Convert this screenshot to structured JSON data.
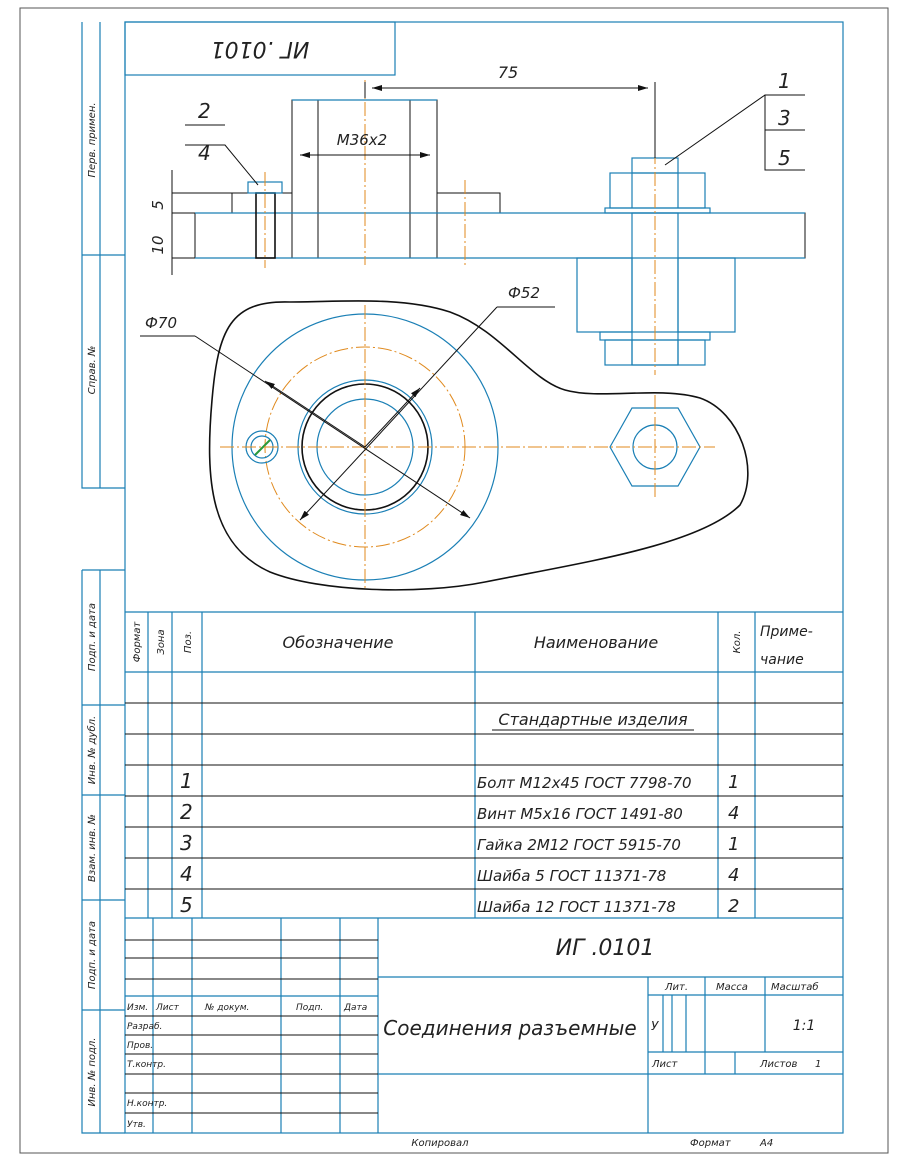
{
  "stamp_rotated": "ИГ .0101",
  "side_labels": [
    "Перв. примен.",
    "Справ. №",
    "Подп. и дата",
    "Инв. № дубл.",
    "Взам. инв. №",
    "Подп. и дата",
    "Инв. № подл."
  ],
  "dimensions": {
    "d75": "75",
    "thread": "M36x2",
    "d10": "10",
    "d5": "5",
    "phi70": "Ф70",
    "phi52": "Ф52"
  },
  "callouts": {
    "left": [
      "2",
      "4"
    ],
    "right": [
      "1",
      "3",
      "5"
    ]
  },
  "spec_table": {
    "headers": [
      "Формат",
      "Зона",
      "Поз.",
      "Обозначение",
      "Наименование",
      "Кол.",
      "Приме-",
      "чание"
    ],
    "section_title": "Стандартные изделия",
    "rows": [
      {
        "pos": "1",
        "name": "Болт М12х45 ГОСТ 7798-70",
        "qty": "1"
      },
      {
        "pos": "2",
        "name": "Винт М5х16 ГОСТ 1491-80",
        "qty": "4"
      },
      {
        "pos": "3",
        "name": "Гайка 2М12 ГОСТ 5915-70",
        "qty": "1"
      },
      {
        "pos": "4",
        "name": "Шайба 5 ГОСТ 11371-78",
        "qty": "4"
      },
      {
        "pos": "5",
        "name": "Шайба 12 ГОСТ 11371-78",
        "qty": "2"
      }
    ]
  },
  "title_block": {
    "designation": "ИГ   .0101",
    "title": "Соединения разъемные",
    "col_headers": [
      "Изм.",
      "Лист",
      "№ докум.",
      "Подп.",
      "Дата"
    ],
    "roles": [
      "Разраб.",
      "Пров.",
      "Т.контр.",
      "Н.контр.",
      "Утв."
    ],
    "lit_label": "Лит.",
    "mass_label": "Масса",
    "scale_label": "Масштаб",
    "lit_value": "У",
    "scale_value": "1:1",
    "sheet_label": "Лист",
    "sheets_label": "Листов",
    "sheets_value": "1"
  },
  "footer": {
    "copied": "Копировал",
    "format_label": "Формат",
    "format_value": "А4"
  }
}
